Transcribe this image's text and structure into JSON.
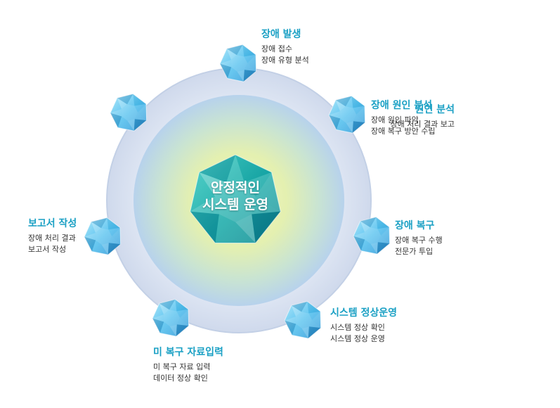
{
  "center": {
    "line1": "안정적인",
    "line2": "시스템 운영"
  },
  "steps": [
    {
      "title": "장애 발생",
      "lines": [
        "장애 접수",
        "장애 유형 분석"
      ]
    },
    {
      "title": "장애 원인 분석",
      "lines": [
        "장애 원인 파악",
        "장애 복구 방안 수립"
      ]
    },
    {
      "title": "장애 복구",
      "lines": [
        "장애 복구 수행",
        "전문가 투입"
      ]
    },
    {
      "title": "시스템 정상운영",
      "lines": [
        "시스템 정상 확인",
        "시스템 정상 운영"
      ]
    },
    {
      "title": "미 복구 자료입력",
      "lines": [
        "미 복구 자료 입력",
        "데이터 정상 확인"
      ]
    },
    {
      "title": "보고서 작성",
      "lines": [
        "장애 처리 결과",
        "보고서 작성"
      ]
    },
    {
      "title": "원인 분석",
      "lines": [
        "장애 처리 결과 보고"
      ]
    }
  ],
  "icons": {
    "center": "teal-heptagon-gem-icon",
    "step": "blue-diamond-gem-icon"
  },
  "colors": {
    "title": "#1aa0c4",
    "body_text": "#333333",
    "outer_ring": "#d6e0f0",
    "inner_glow": "#e9f3b0",
    "center_gem": "#1ab2b0",
    "step_gem": "#5cc8f2"
  }
}
